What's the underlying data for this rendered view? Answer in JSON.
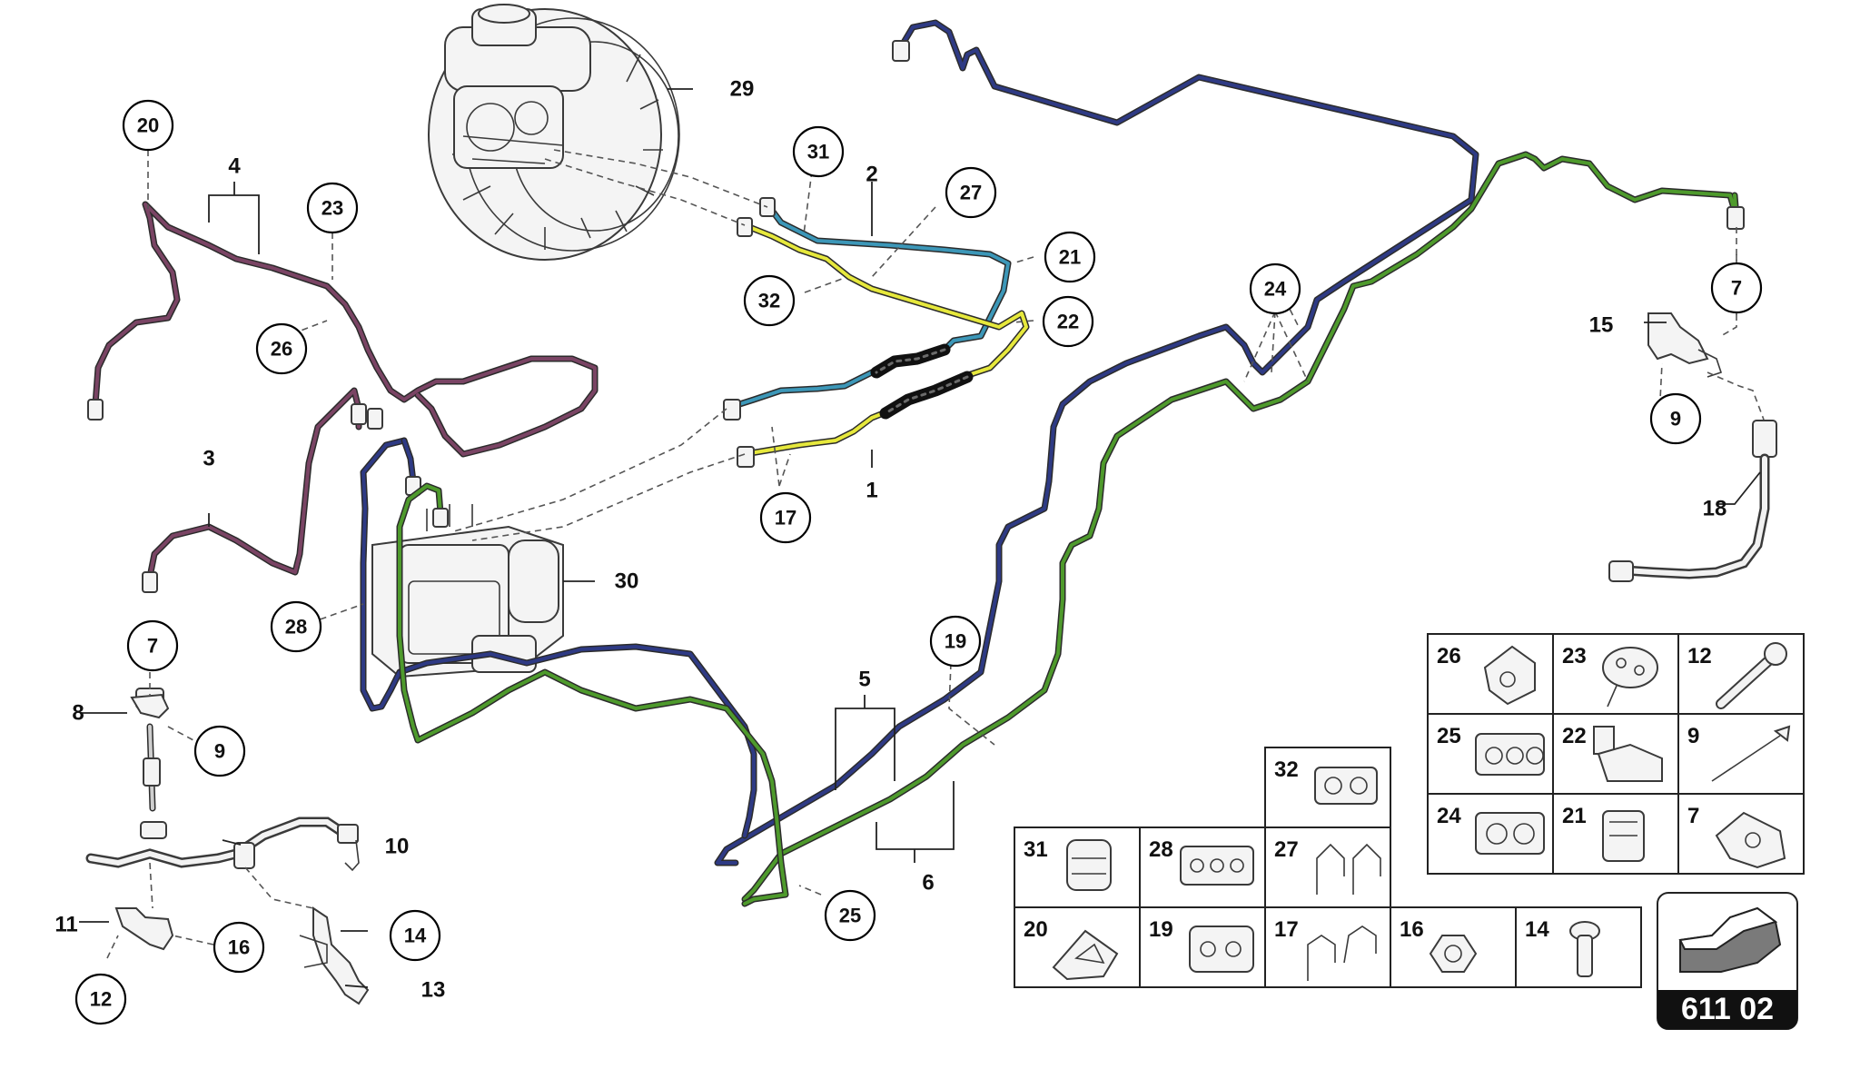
{
  "diagram": {
    "reference_number": "611 02",
    "pipe_colors": {
      "blue": "#2e3a84",
      "green": "#4e9a2c",
      "mauve": "#7a4464",
      "cyan": "#3c97b8",
      "yellow": "#e6e83c"
    },
    "callouts": {
      "c20": "20",
      "c23": "23",
      "c26": "26",
      "c31": "31",
      "c27": "27",
      "c32": "32",
      "c21": "21",
      "c22": "22",
      "c17": "17",
      "c24": "24",
      "c7a": "7",
      "c9a": "9",
      "c7b": "7",
      "c9b": "9",
      "c28": "28",
      "c19": "19",
      "c25": "25",
      "c16": "16",
      "c12": "12",
      "c14": "14"
    },
    "labels": {
      "l29": "29",
      "l4": "4",
      "l2": "2",
      "l3": "3",
      "l1": "1",
      "l30": "30",
      "l5": "5",
      "l6": "6",
      "l8": "8",
      "l10": "10",
      "l11": "11",
      "l13": "13",
      "l15": "15",
      "l18": "18"
    },
    "legend_grid": {
      "row1": [
        "26",
        "23",
        "12"
      ],
      "row2": [
        "25",
        "22",
        "9"
      ],
      "row3": [
        "24",
        "21",
        "7"
      ],
      "single": "32",
      "row4": [
        "31",
        "28",
        "27"
      ],
      "row5": [
        "20",
        "19",
        "17",
        "16",
        "14"
      ]
    },
    "icons": {
      "brake_booster": "brake-booster-icon",
      "abs_unit": "abs-hydraulic-unit-icon",
      "direction_arrow": "direction-arrow-icon"
    }
  }
}
